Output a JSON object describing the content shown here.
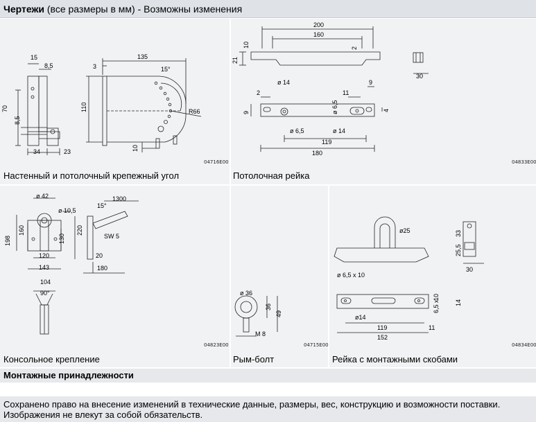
{
  "header": {
    "title_bold": "Чертежи",
    "title_rest": " (все размеры в мм) - Возможны изменения"
  },
  "panels": [
    {
      "caption": "Настенный и потолочный крепежный угол",
      "code": "04716E00"
    },
    {
      "caption": "Потолочная рейка",
      "code": "04833E00"
    },
    {
      "caption": "Консольное крепление",
      "code": "04823E00"
    },
    {
      "caption": "Рым-болт",
      "code": "04715E00"
    },
    {
      "caption": "Рейка с монтажными скобами",
      "code": "04834E00"
    }
  ],
  "dims": {
    "angle": [
      "15",
      "8,5",
      "70",
      "8,5",
      "34",
      "23",
      "3",
      "135",
      "15°",
      "110",
      "R66",
      "10"
    ],
    "rail": [
      "200",
      "160",
      "10",
      "21",
      "2",
      "30",
      "ø 14",
      "2",
      "11",
      "9",
      "9",
      "ø 6,5",
      "4",
      "ø 6,5",
      "ø 14",
      "119",
      "180"
    ],
    "console": [
      "ø 42",
      "ø 10,5",
      "198",
      "160",
      "130",
      "120",
      "143",
      "15°",
      "1300",
      "220",
      "SW 5",
      "20",
      "180",
      "104",
      "90°"
    ],
    "eyebolt": [
      "ø 36",
      "36",
      "49",
      "M 8"
    ],
    "bracket": [
      "ø25",
      "33",
      "25,5",
      "30",
      "ø 6,5 x 10",
      "10",
      "6,5 x",
      "14",
      "ø14",
      "119",
      "11",
      "152"
    ]
  },
  "section": {
    "title": "Монтажные принадлежности"
  },
  "footer": {
    "line1": "Сохранено право на внесение изменений в технические данные, размеры, вес, конструкцию и возможности поставки.",
    "line2": "Изображения не влекут за собой обязательств."
  }
}
